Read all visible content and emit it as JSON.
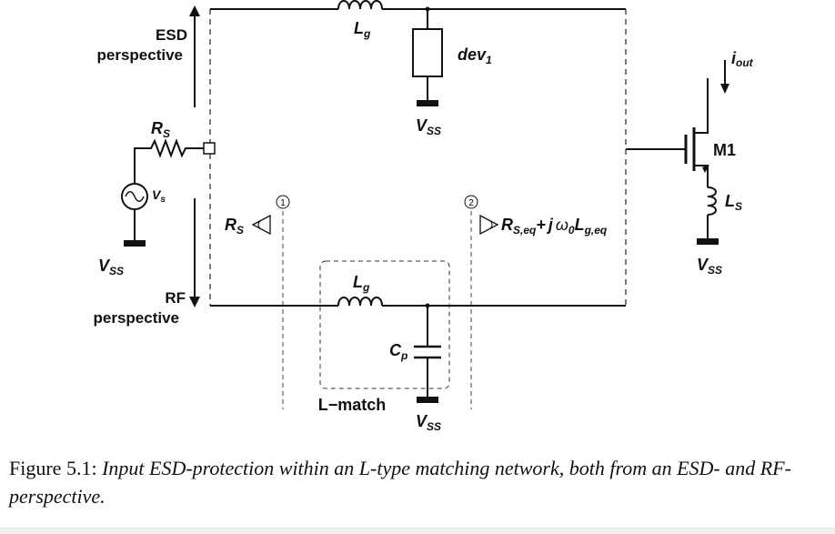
{
  "diagram": {
    "labels": {
      "esd_perspective_line1": "ESD",
      "esd_perspective_line2": "perspective",
      "rf_perspective_line1": "RF",
      "rf_perspective_line2": "perspective",
      "rs_source": "R",
      "rs_source_sub": "S",
      "vs_source": "V",
      "vs_source_sub": "s",
      "vss_left": "V",
      "vss_left_sub": "SS",
      "lg_top": "L",
      "lg_top_sub": "g",
      "dev": "dev",
      "dev_sub": "1",
      "vss_top": "V",
      "vss_top_sub": "SS",
      "m1": "M1",
      "iout": "i",
      "iout_sub": "out",
      "ls": "L",
      "ls_sub": "S",
      "vss_right": "V",
      "vss_right_sub": "SS",
      "marker1": "1",
      "marker2": "2",
      "rs_view": "R",
      "rs_view_sub": "S",
      "zin_r": "R",
      "zin_r_sub": "S,eq",
      "zin_plus": "+",
      "zin_j": "j",
      "zin_omega": "ω",
      "zin_omega_sub": "0",
      "zin_l": "L",
      "zin_l_sub": "g,eq",
      "lg_bottom": "L",
      "lg_bottom_sub": "g",
      "cp": "C",
      "cp_sub": "p",
      "lmatch": "L−match",
      "vss_bottom": "V",
      "vss_bottom_sub": "SS"
    }
  },
  "caption": {
    "prefix": "Figure 5.1: ",
    "text": "Input ESD-protection within an L-type matching network, both from an ESD- and RF-perspective."
  }
}
